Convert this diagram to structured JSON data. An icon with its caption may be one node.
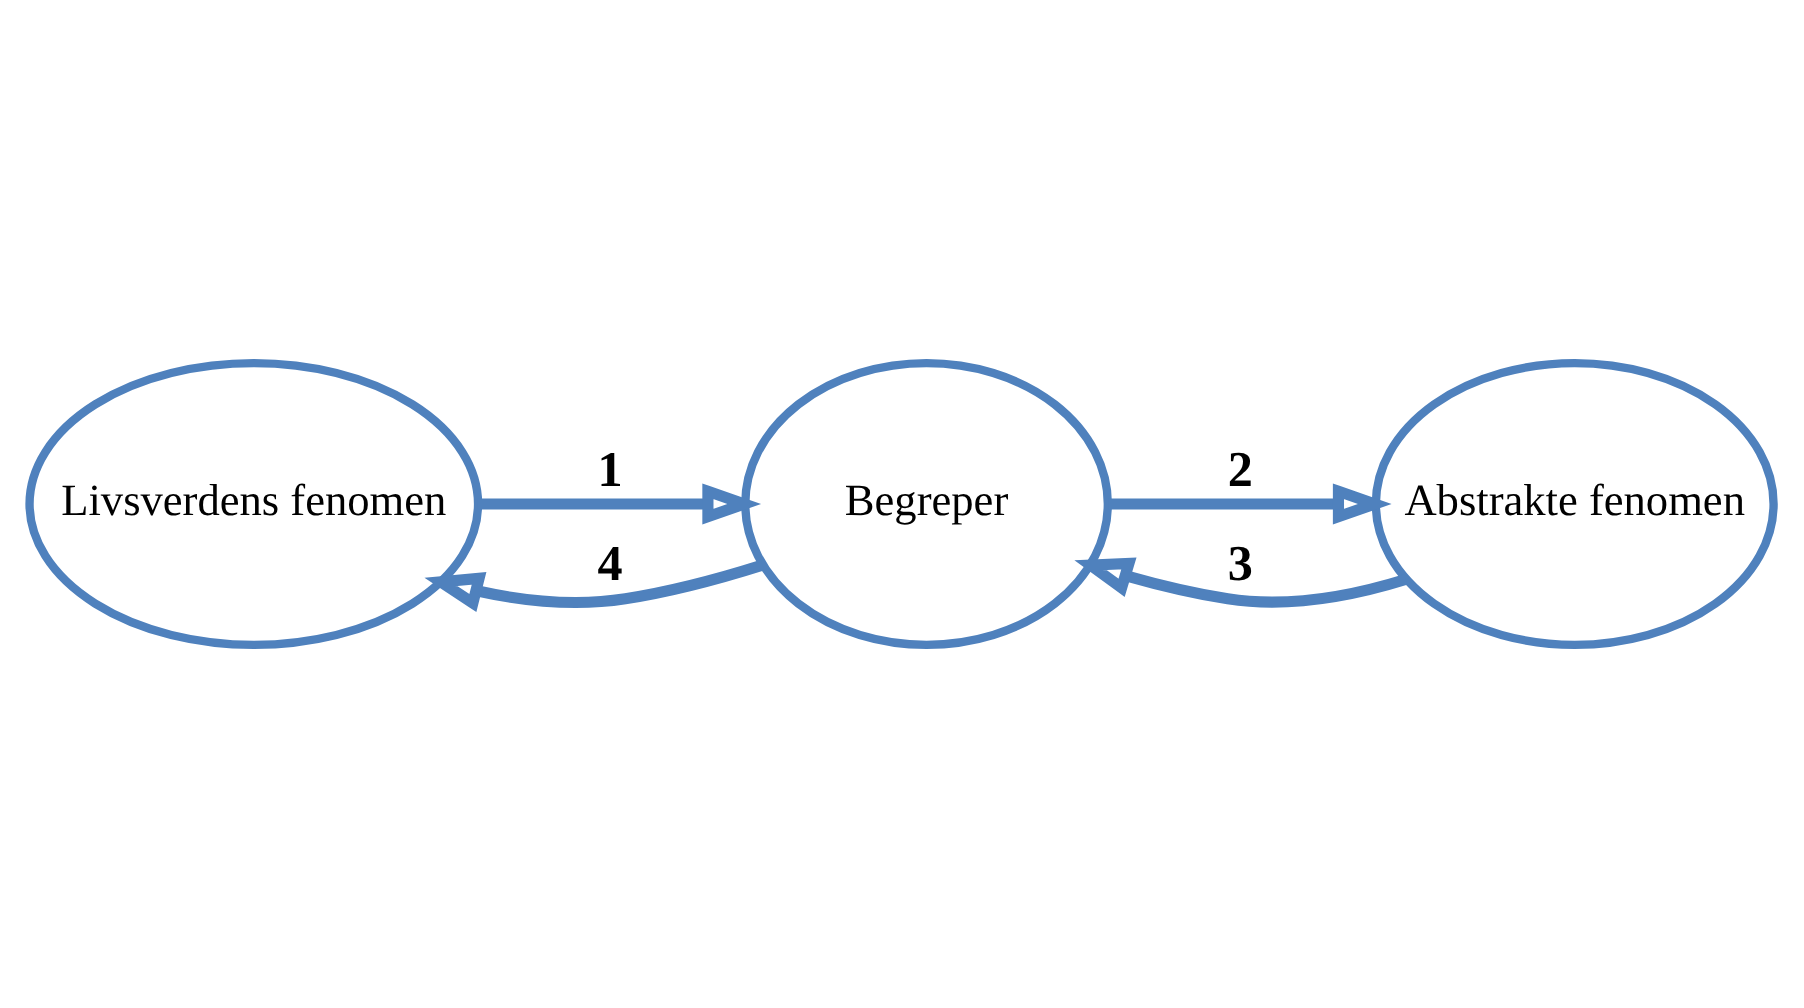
{
  "diagram": {
    "nodes": [
      {
        "text": [
          "Livsverdens fenomen"
        ]
      },
      {
        "text": [
          "Begreper"
        ]
      },
      {
        "text": [
          "Abstrakte fenomen"
        ]
      }
    ],
    "edges": [
      {
        "from": 0,
        "to": 1,
        "arrow": "to",
        "label": "1"
      },
      {
        "from": 1,
        "to": 2,
        "arrow": "to",
        "label": "2"
      },
      {
        "from": 2,
        "to": 1,
        "arrow": "to",
        "label": "3"
      },
      {
        "from": 1,
        "to": 0,
        "arrow": "to",
        "label": "4"
      }
    ]
  }
}
